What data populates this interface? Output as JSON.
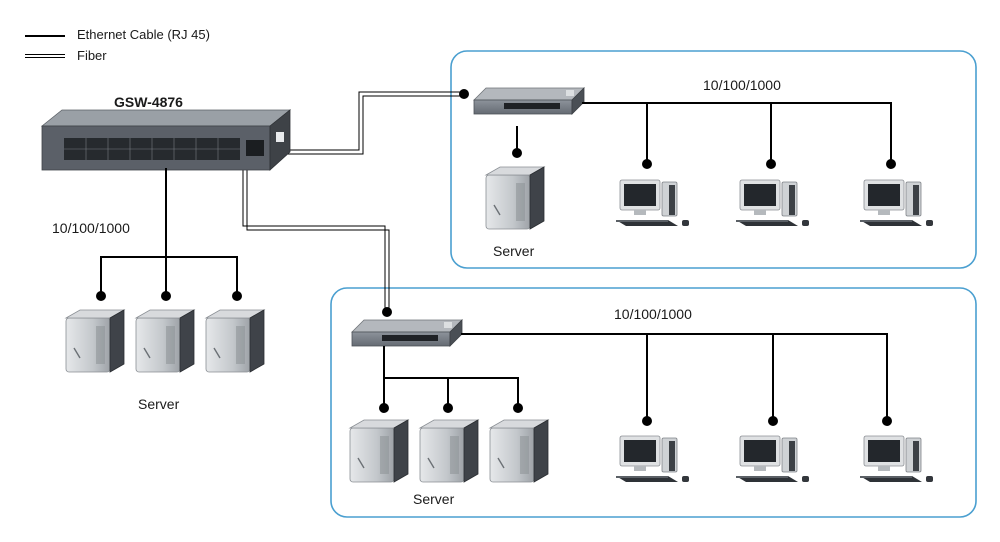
{
  "legend": {
    "ethernet": "Ethernet Cable (RJ 45)",
    "fiber": "Fiber"
  },
  "main_switch": {
    "label": "GSW-4876"
  },
  "labels": {
    "left_speed": "10/100/1000",
    "top_speed": "10/100/1000",
    "bottom_speed": "10/100/1000",
    "left_server": "Server",
    "top_server": "Server",
    "bottom_server": "Server"
  },
  "colors": {
    "group_border": "#4a9fd0",
    "line": "#000000",
    "switch_body": "#5b6068",
    "tower": "#b9bdc2"
  }
}
